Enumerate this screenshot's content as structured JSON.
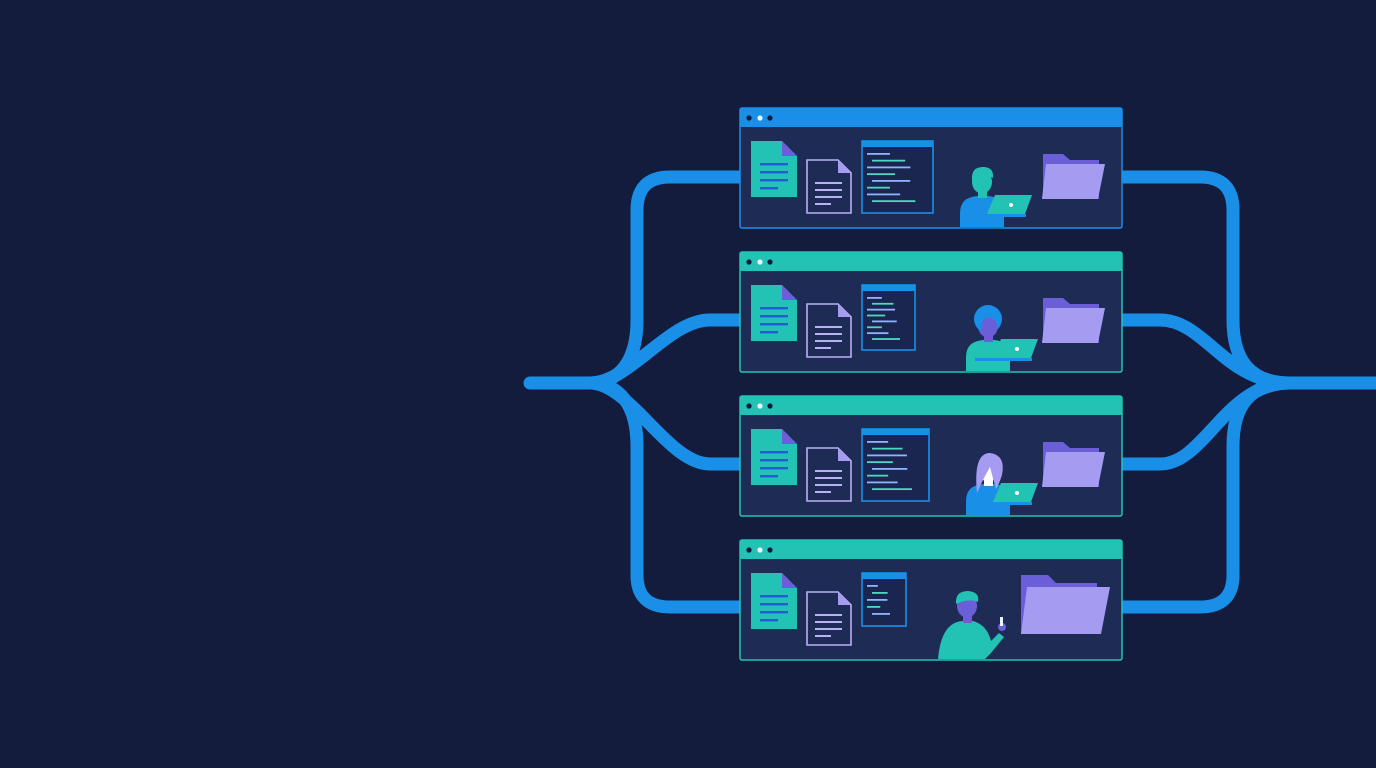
{
  "palette": {
    "background": "#131c3d",
    "connector": "#1a8fe8",
    "panel_fill": "#1e2b55",
    "teal": "#22c3b4",
    "blue": "#1a8fe8",
    "lavender": "#a59cf2",
    "doc_outline": "#b9b0f5",
    "code_line_light": "#8fb4ff",
    "code_line_accent": "#4fd6c4"
  },
  "icons": {
    "document": "document-icon",
    "page": "page-icon",
    "code_editor": "code-editor-icon",
    "folder": "folder-icon",
    "person": "person-icon",
    "laptop": "laptop-icon"
  },
  "panels": [
    {
      "accent": "#1a8fe8",
      "person_pose": "laptop",
      "person_shirt": "#1a8fe8",
      "person_hair": "#22c3b4",
      "person_skin": "#22c3b4"
    },
    {
      "accent": "#22c3b4",
      "person_pose": "laptop",
      "person_shirt": "#22c3b4",
      "person_hair": "#1a8fe8",
      "person_skin": "#6a5fd8"
    },
    {
      "accent": "#22c3b4",
      "person_pose": "laptop",
      "person_shirt": "#1a8fe8",
      "person_hair": "#a59cf2",
      "person_skin": "#ffffff"
    },
    {
      "accent": "#22c3b4",
      "person_pose": "gesture",
      "person_shirt": "#22c3b4",
      "person_hair": "#22c3b4",
      "person_skin": "#6a5fd8"
    }
  ]
}
